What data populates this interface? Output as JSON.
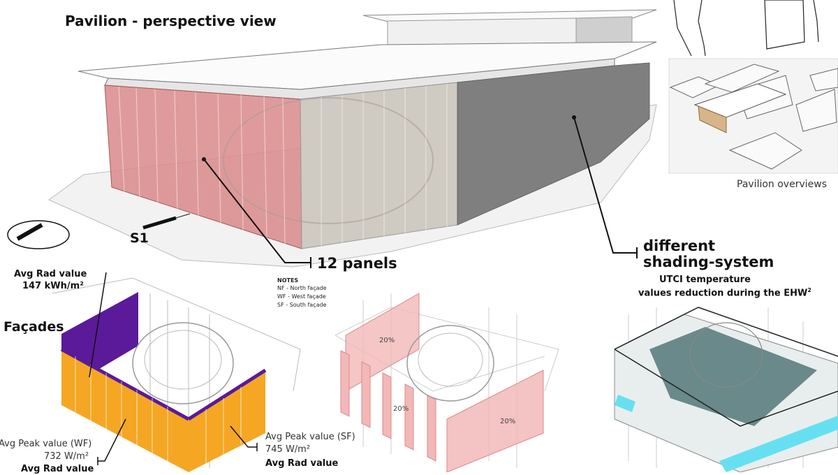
{
  "title": "Pavilion - perspective view",
  "overview_caption": "Pavilion overviews",
  "section_marker": "S1",
  "callouts": {
    "panels": "12 panels",
    "shading_line1": "different",
    "shading_line2": "shading-system"
  },
  "facades": {
    "label": "Façades",
    "avg_rad_top_label": "Avg Rad value",
    "avg_rad_top_value": "147 kWh/m²",
    "peak_wf_label": "Avg Peak value (WF)",
    "peak_wf_value": "732 W/m²",
    "avg_rad_bottom_left": "Avg Rad value",
    "peak_sf_label": "Avg Peak value (SF)",
    "peak_sf_value": "745 W/m²",
    "avg_rad_bottom_right": "Avg Rad value"
  },
  "notes": {
    "heading": "NOTES",
    "items": [
      "NF - North façade",
      "WF - West façade",
      "SF - South façade"
    ]
  },
  "shading": {
    "percent_a": "20%",
    "percent_b": "20%",
    "percent_c": "20%"
  },
  "utci": {
    "line1": "UTCI temperature",
    "line2": "values reduction during the EHW",
    "superscript": "2"
  },
  "colors": {
    "west_facade": "#d98a8a",
    "glass": "#c9c4bc",
    "dark_facade": "#7a7a7a",
    "radiation_orange": "#f5a623",
    "radiation_purple": "#5a1a9a",
    "shading_pink": "#f2b8b8",
    "utci_cyan": "#66e0f0"
  }
}
